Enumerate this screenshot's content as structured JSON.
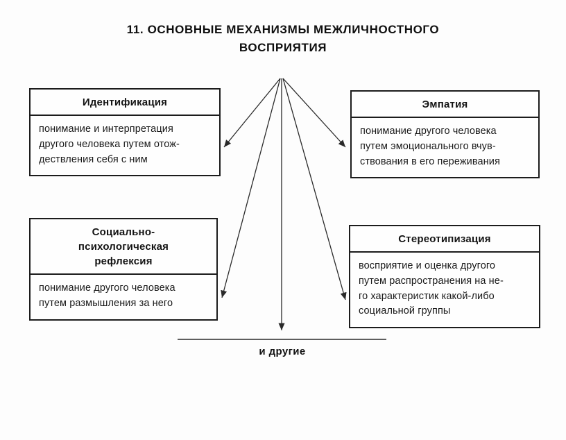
{
  "title": "11. ОСНОВНЫЕ МЕХАНИЗМЫ МЕЖЛИЧНОСТНОГО\nВОСПРИЯТИЯ",
  "boxes": {
    "identification": {
      "header": "Идентификация",
      "body": "понимание и интерпретация\nдругого человека путем отож-\nдествления себя с ним"
    },
    "empathy": {
      "header": "Эмпатия",
      "body": "понимание другого  человека\nпутем эмоционального вчув-\nствования в его переживания"
    },
    "reflection": {
      "header": "Социально-\nпсихологическая\nрефлексия",
      "body": "понимание другого человека\nпутем размышления за него"
    },
    "stereotyping": {
      "header": "Стереотипизация",
      "body": "восприятие и оценка другого\nпутем распространения на не-\nго характеристик какой-либо\nсоциальной группы"
    }
  },
  "footer": {
    "label": "и другие"
  },
  "colors": {
    "line": "#2a2a2a",
    "border": "#1c1c1c",
    "text": "#141414"
  }
}
